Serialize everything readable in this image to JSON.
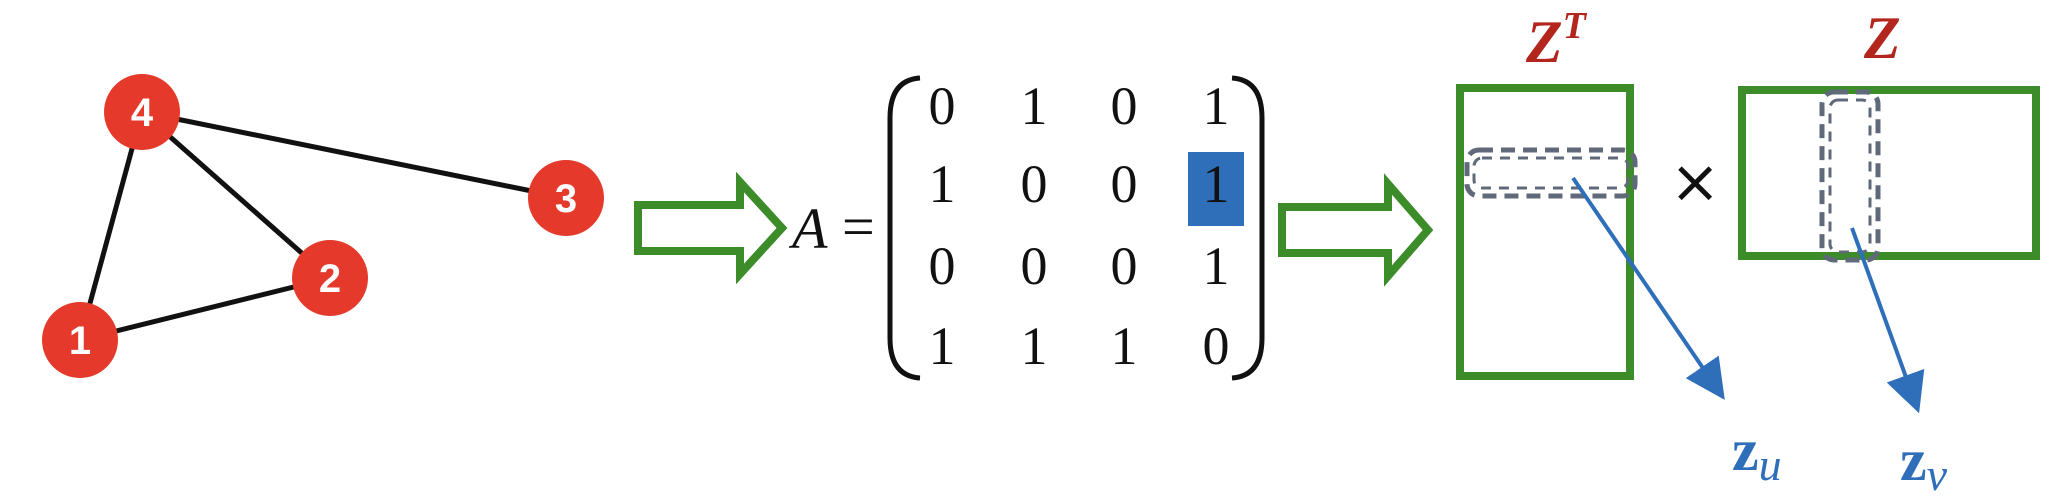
{
  "colors": {
    "node_fill": "#e53a2b",
    "edge": "#111111",
    "arrow_outline": "#3d8c2a",
    "rect_outline": "#3d8c2a",
    "highlight": "#2f6fba",
    "dashed": "#60697a",
    "z_label": "#b3261e",
    "vector_label": "#2f6fba"
  },
  "graph": {
    "nodes": [
      {
        "id": "1",
        "label": "1"
      },
      {
        "id": "2",
        "label": "2"
      },
      {
        "id": "3",
        "label": "3"
      },
      {
        "id": "4",
        "label": "4"
      }
    ],
    "edges": [
      [
        "1",
        "2"
      ],
      [
        "1",
        "4"
      ],
      [
        "2",
        "4"
      ],
      [
        "3",
        "4"
      ]
    ]
  },
  "matrix": {
    "symbol": "A",
    "equals": "=",
    "rows": [
      [
        "0",
        "1",
        "0",
        "1"
      ],
      [
        "1",
        "0",
        "0",
        "1"
      ],
      [
        "0",
        "0",
        "0",
        "1"
      ],
      [
        "1",
        "1",
        "1",
        "0"
      ]
    ],
    "highlight_cell": [
      1,
      3
    ]
  },
  "embeddings": {
    "zt_base": "Z",
    "zt_sup": "T",
    "z_label": "Z",
    "times": "×",
    "zu_base": "z",
    "zu_sub": "u",
    "zv_base": "z",
    "zv_sub": "v"
  },
  "icons": [
    "right-arrow-icon",
    "right-arrow-icon",
    "multiply-icon"
  ]
}
